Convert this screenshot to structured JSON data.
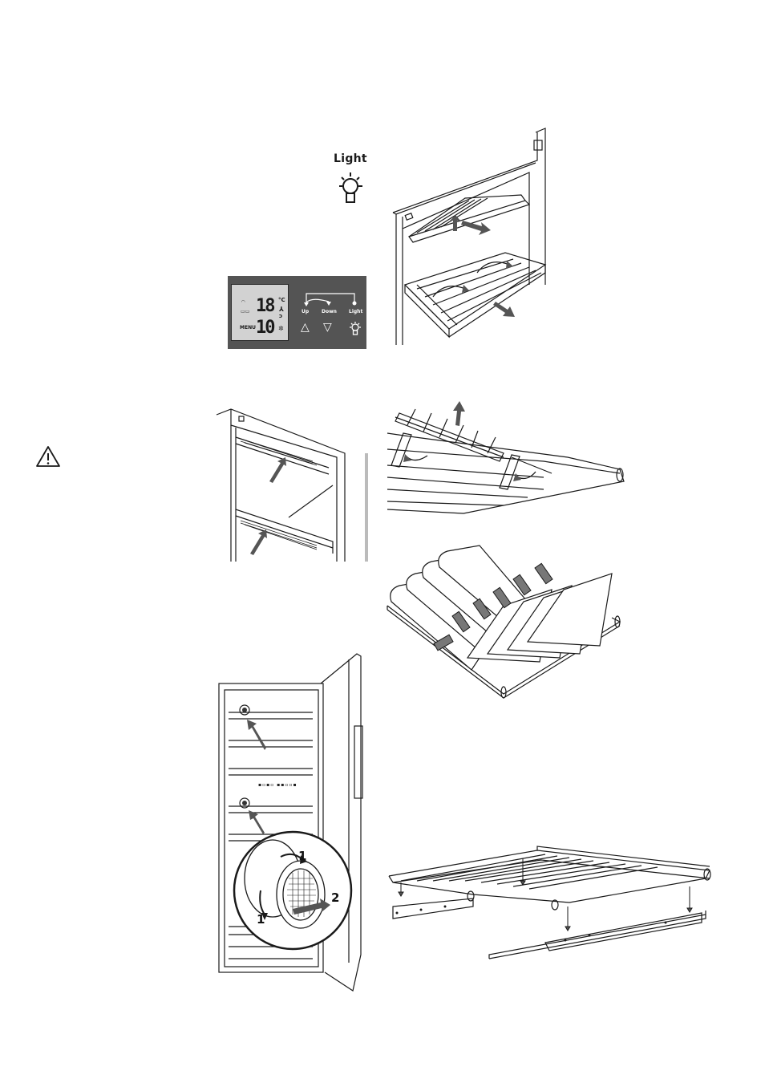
{
  "header_icon": {
    "label": "Light",
    "icon": "light-bulb-icon"
  },
  "control_panel": {
    "display_top": "18",
    "display_bottom": "10",
    "top_unit": "°C",
    "top_left_icon": "alarm-bell-icon",
    "left_marker": "menu-marker",
    "bottom_left_label": "MENU",
    "buttons": [
      {
        "label": "Up",
        "symbol": "△"
      },
      {
        "label": "Down",
        "symbol": "▽"
      },
      {
        "label": "Light",
        "symbol": "light-bulb-icon"
      }
    ]
  },
  "warning": {
    "icon": "warning-triangle-icon",
    "symbol": "!"
  },
  "filter_steps": {
    "step_1": "1",
    "step_2": "2"
  },
  "colors": {
    "panel_bg": "#545454",
    "lcd_bg": "#d2d2d2",
    "arrow": "#555555",
    "line": "#1a1a1a"
  }
}
